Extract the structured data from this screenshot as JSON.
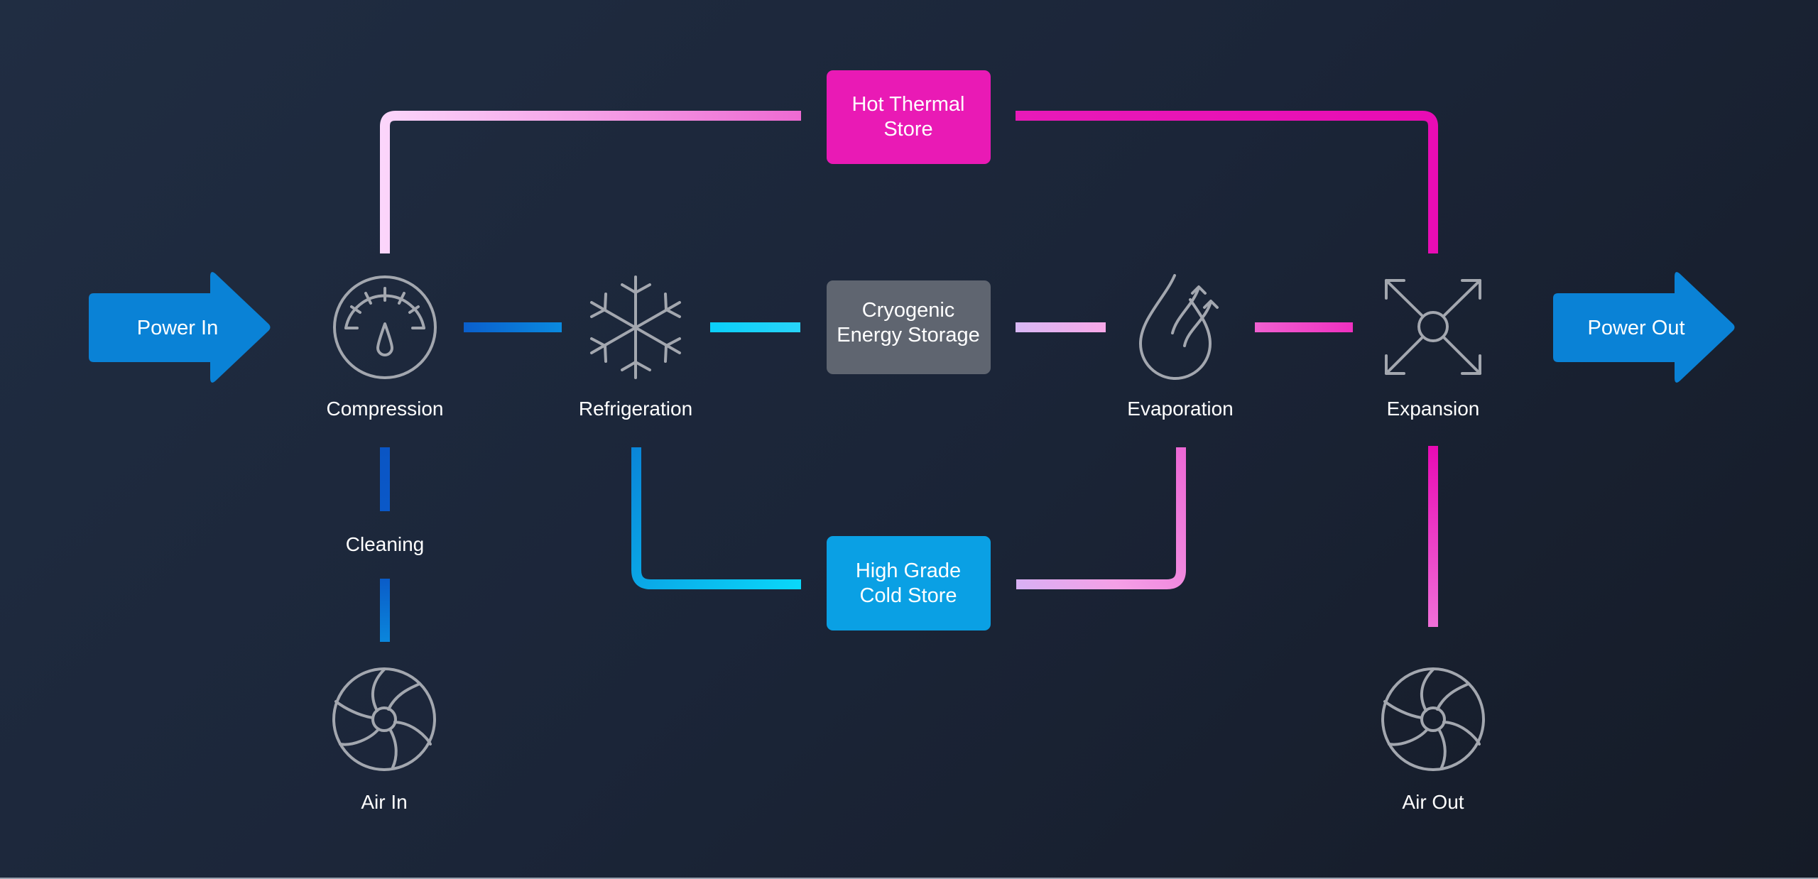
{
  "diagram": {
    "title": "Liquid Air / Cryogenic Energy Storage Process",
    "colors": {
      "background_start": "#202d42",
      "background_end": "#151b27",
      "arrow_blue": "#0a82d6",
      "hot_store": "#e91ab5",
      "cryo_store": "#5f6570",
      "cold_store": "#0aa0e4",
      "icon_stroke": "#a3a7af"
    },
    "arrows": {
      "power_in": "Power In",
      "power_out": "Power Out"
    },
    "nodes": {
      "compression": {
        "label": "Compression",
        "icon": "gauge-icon"
      },
      "refrigeration": {
        "label": "Refrigeration",
        "icon": "snowflake-icon"
      },
      "evaporation": {
        "label": "Evaporation",
        "icon": "evaporation-drop-icon"
      },
      "expansion": {
        "label": "Expansion",
        "icon": "expand-arrows-icon"
      },
      "cleaning": {
        "label": "Cleaning"
      },
      "air_in": {
        "label": "Air In",
        "icon": "fan-icon"
      },
      "air_out": {
        "label": "Air Out",
        "icon": "fan-icon"
      }
    },
    "stores": {
      "hot": {
        "line1": "Hot Thermal",
        "line2": "Store"
      },
      "cryo": {
        "line1": "Cryogenic",
        "line2": "Energy Storage"
      },
      "cold": {
        "line1": "High Grade",
        "line2": "Cold Store"
      }
    },
    "connections": [
      {
        "from": "Compression",
        "to": "Refrigeration"
      },
      {
        "from": "Refrigeration",
        "to": "Cryogenic Energy Storage"
      },
      {
        "from": "Cryogenic Energy Storage",
        "to": "Evaporation"
      },
      {
        "from": "Evaporation",
        "to": "Expansion"
      },
      {
        "from": "Compression",
        "to": "Hot Thermal Store"
      },
      {
        "from": "Hot Thermal Store",
        "to": "Expansion"
      },
      {
        "from": "Refrigeration",
        "to": "High Grade Cold Store"
      },
      {
        "from": "High Grade Cold Store",
        "to": "Evaporation"
      },
      {
        "from": "Air In",
        "to": "Cleaning"
      },
      {
        "from": "Cleaning",
        "to": "Compression"
      },
      {
        "from": "Expansion",
        "to": "Air Out"
      }
    ]
  }
}
